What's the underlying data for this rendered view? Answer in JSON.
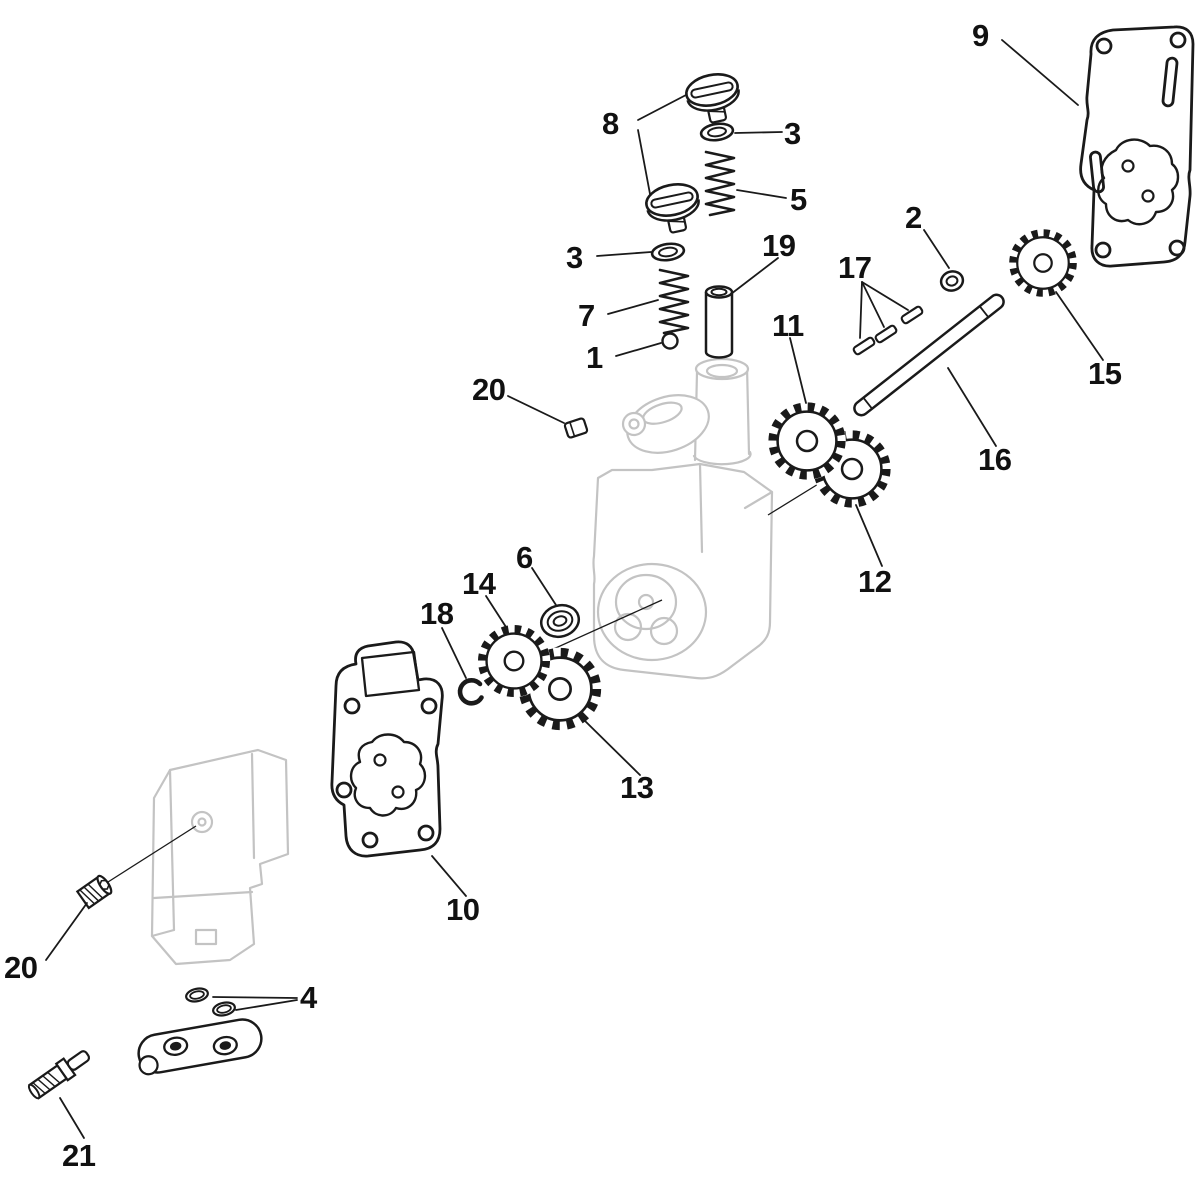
{
  "diagram": {
    "type": "exploded-parts-diagram",
    "colors": {
      "line": "#1a1a1a",
      "ghost_line": "#c3c3c3",
      "background": "#ffffff"
    },
    "callouts": [
      {
        "label": "9"
      },
      {
        "label": "8"
      },
      {
        "label": "3"
      },
      {
        "label": "5"
      },
      {
        "label": "3"
      },
      {
        "label": "7"
      },
      {
        "label": "1"
      },
      {
        "label": "19"
      },
      {
        "label": "2"
      },
      {
        "label": "17"
      },
      {
        "label": "15"
      },
      {
        "label": "16"
      },
      {
        "label": "11"
      },
      {
        "label": "12"
      },
      {
        "label": "20"
      },
      {
        "label": "6"
      },
      {
        "label": "14"
      },
      {
        "label": "18"
      },
      {
        "label": "13"
      },
      {
        "label": "10"
      },
      {
        "label": "20"
      },
      {
        "label": "4"
      },
      {
        "label": "21"
      }
    ]
  }
}
